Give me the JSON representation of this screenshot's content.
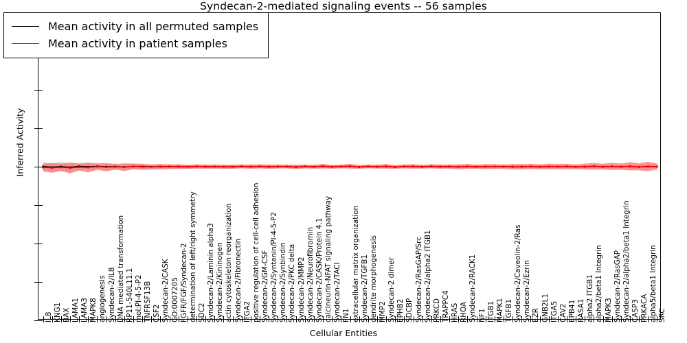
{
  "chart_data": {
    "type": "line",
    "title": "Syndecan-2-mediated signaling events -- 56 samples",
    "xlabel": "Cellular Entities",
    "ylabel": "Inferred Activity",
    "ylim": [
      -4,
      4
    ],
    "yticks": [
      "4",
      "3",
      "2",
      "1",
      "0",
      "-1",
      "-2",
      "-3",
      "-4"
    ],
    "grid": false,
    "legend_position": "upper left",
    "n_samples": 56,
    "series": [
      {
        "name": "Mean activity in all permuted samples",
        "color": "#000000",
        "band_color": "#b4b4b4",
        "values": [
          0.005,
          -0.012,
          0.004,
          -0.018,
          0.01,
          -0.006,
          0.012,
          -0.004,
          0.008,
          -0.014,
          0.004,
          0.01,
          -0.008,
          0.006,
          -0.002,
          0.012,
          -0.01,
          0.004,
          0.008,
          -0.006,
          0.01,
          -0.012,
          0.004,
          0.008,
          -0.004,
          0.01,
          -0.008,
          0.006,
          0.002,
          -0.01,
          0.008,
          -0.004,
          0.012,
          -0.006,
          0.004,
          0.01,
          -0.008,
          0.006,
          -0.002,
          0.01,
          -0.012,
          0.004,
          0.008,
          -0.006,
          0.012,
          -0.004,
          0.008,
          -0.01,
          0.006,
          0.002,
          -0.008,
          0.01,
          -0.004,
          0.008,
          -0.012,
          0.006,
          0.004,
          -0.008,
          0.01,
          -0.002,
          0.008,
          -0.01,
          0.004,
          0.012,
          -0.006,
          0.008,
          -0.004,
          0.01,
          -0.008,
          0.006,
          0.002
        ],
        "band_halfwidth": [
          0.12,
          0.1,
          0.13,
          0.09,
          0.11,
          0.08,
          0.1,
          0.07,
          0.09,
          0.06,
          0.08,
          0.05,
          0.07,
          0.04,
          0.06,
          0.05,
          0.04,
          0.05,
          0.04,
          0.03,
          0.04,
          0.05,
          0.04,
          0.03,
          0.04,
          0.03,
          0.04,
          0.03,
          0.03,
          0.04,
          0.03,
          0.03,
          0.04,
          0.03,
          0.03,
          0.04,
          0.03,
          0.03,
          0.03,
          0.04,
          0.03,
          0.03,
          0.04,
          0.03,
          0.03,
          0.04,
          0.03,
          0.03,
          0.04,
          0.03,
          0.03,
          0.04,
          0.03,
          0.03,
          0.04,
          0.03,
          0.04,
          0.03,
          0.04,
          0.03,
          0.04,
          0.03,
          0.04,
          0.05,
          0.04,
          0.05,
          0.04,
          0.05,
          0.06,
          0.05,
          0.06
        ]
      },
      {
        "name": "Mean activity in patient samples",
        "color": "#ff0000",
        "band_color": "#ff6b6b",
        "values": [
          -0.02,
          -0.03,
          -0.015,
          -0.035,
          -0.01,
          -0.025,
          0.005,
          -0.015,
          0.0,
          -0.02,
          0.008,
          0.0,
          -0.012,
          0.005,
          -0.005,
          0.01,
          -0.008,
          0.004,
          0.006,
          -0.004,
          0.008,
          -0.01,
          0.006,
          0.01,
          -0.002,
          0.012,
          -0.006,
          0.008,
          0.004,
          -0.008,
          0.01,
          -0.002,
          0.014,
          -0.004,
          0.006,
          0.012,
          -0.006,
          0.008,
          0.0,
          0.012,
          -0.01,
          0.006,
          0.01,
          -0.004,
          0.014,
          -0.002,
          0.01,
          -0.008,
          0.008,
          0.004,
          -0.006,
          0.012,
          -0.002,
          0.01,
          -0.01,
          0.008,
          0.006,
          -0.006,
          0.012,
          0.0,
          0.01,
          -0.008,
          0.006,
          0.014,
          -0.004,
          0.01,
          -0.002,
          0.012,
          -0.006,
          0.008,
          0.004
        ],
        "band_halfwidth": [
          0.1,
          0.13,
          0.09,
          0.15,
          0.08,
          0.14,
          0.07,
          0.12,
          0.06,
          0.11,
          0.07,
          0.09,
          0.06,
          0.08,
          0.05,
          0.07,
          0.05,
          0.06,
          0.05,
          0.06,
          0.05,
          0.06,
          0.05,
          0.05,
          0.06,
          0.05,
          0.06,
          0.05,
          0.05,
          0.06,
          0.05,
          0.05,
          0.06,
          0.05,
          0.05,
          0.06,
          0.05,
          0.05,
          0.05,
          0.06,
          0.05,
          0.05,
          0.06,
          0.05,
          0.05,
          0.06,
          0.05,
          0.06,
          0.07,
          0.05,
          0.06,
          0.07,
          0.05,
          0.06,
          0.08,
          0.06,
          0.07,
          0.06,
          0.08,
          0.06,
          0.07,
          0.06,
          0.08,
          0.09,
          0.07,
          0.1,
          0.08,
          0.11,
          0.09,
          0.12,
          0.08
        ]
      }
    ],
    "categories": [
      "IL8",
      "KNG1",
      "BAX",
      "LAMA1",
      "LAMA3",
      "MAPK8",
      "angiogenesis",
      "Syndecan-2/IL8",
      "DNA mediated transformation",
      "RP11-540L11.1",
      "mol:PI-4-5-P2",
      "TNFRSF13B",
      "CSF2",
      "Syndecan-2/CASK",
      "GO:0007205",
      "FGFR/FGF/Syndecan-2",
      "determination of left/right symmetry",
      "SDC2",
      "Syndecan-2/Laminin alpha3",
      "Syndecan-2/Kininogen",
      "actin cytoskeleton reorganization",
      "Syndecan-2/Fibronectin",
      "ITGA2",
      "positive regulation of cell-cell adhesion",
      "Syndecan-2/GM-CSF",
      "Syndecan-2/Syntenin/PI-4-5-P2",
      "Syndecan-2/Synbindin",
      "Syndecan-2/PKC delta",
      "Syndecan-2/MMP2",
      "Syndecan-2/Neurofibromin",
      "Syndecan-2/CASK/Protein 4.1",
      "calcineurin-NFAT signaling pathway",
      "Syndecan-2/TACI",
      "FN1",
      "extracellular matrix organization",
      "Syndecan-2/TGFB1",
      "dendrite morphogenesis",
      "MMP2",
      "Syndecan-2 dimer",
      "EPHB2",
      "SDCBP",
      "Syndecan-2/RasGAP/Src",
      "Syndecan-2/alpha2 ITGB1",
      "PRKCD",
      "TRAPPC4",
      "HRAS",
      "RHOA",
      "Syndecan-2/RACK1",
      "NF1",
      "ITGB1",
      "MAPK1",
      "TGFB1",
      "Syndecan-2/Caveolin-2/Ras",
      "Syndecan-2/Ezrin",
      "EZR",
      "GNB2L1",
      "ITGA5",
      "CAV2",
      "EPB41",
      "RASA1",
      "alpha2 ITGB1",
      "alpha2/beta1 Integrin",
      "MAPK3",
      "Syndecan-2/RasGAP",
      "Syndecan-2/alpha2/beta1 Integrin",
      "CASP3",
      "PRKACA",
      "alpha5/beta1 Integrin",
      "SRC"
    ]
  }
}
